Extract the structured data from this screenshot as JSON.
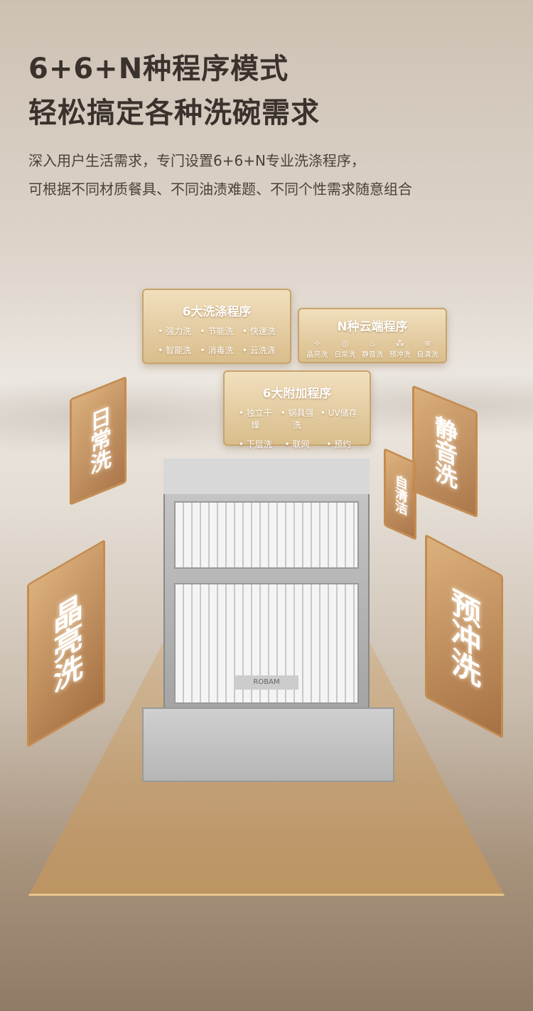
{
  "heading": {
    "line1": "6+6+N种程序模式",
    "line2": "轻松搞定各种洗碗需求"
  },
  "description": {
    "line1": "深入用户生活需求，专门设置6+6+N专业洗涤程序，",
    "line2": "可根据不同材质餐具、不同油渍难题、不同个性需求随意组合"
  },
  "wash_programs": {
    "title": "6大洗涤程序",
    "items": [
      "强力洗",
      "节能洗",
      "快速洗",
      "智能洗",
      "消毒洗",
      "云洗涤"
    ]
  },
  "cloud_programs": {
    "title": "N种云端程序",
    "items": [
      {
        "icon": "sparkle-icon",
        "glyph": "✧",
        "label": "晶亮洗"
      },
      {
        "icon": "target-icon",
        "glyph": "◎",
        "label": "日常洗"
      },
      {
        "icon": "bowl-icon",
        "glyph": "♨",
        "label": "静音洗"
      },
      {
        "icon": "spray-icon",
        "glyph": "⁂",
        "label": "预冲洗"
      },
      {
        "icon": "shower-icon",
        "glyph": "≋",
        "label": "自清洗"
      }
    ]
  },
  "extra_programs": {
    "title": "6大附加程序",
    "items": [
      "独立干燥",
      "锅具强洗",
      "UV储存",
      "下层洗",
      "联网",
      "预约"
    ]
  },
  "signs": [
    "日常洗",
    "晶亮洗",
    "静音洗",
    "自清洁",
    "预冲洗"
  ],
  "brand": "ROBAM"
}
